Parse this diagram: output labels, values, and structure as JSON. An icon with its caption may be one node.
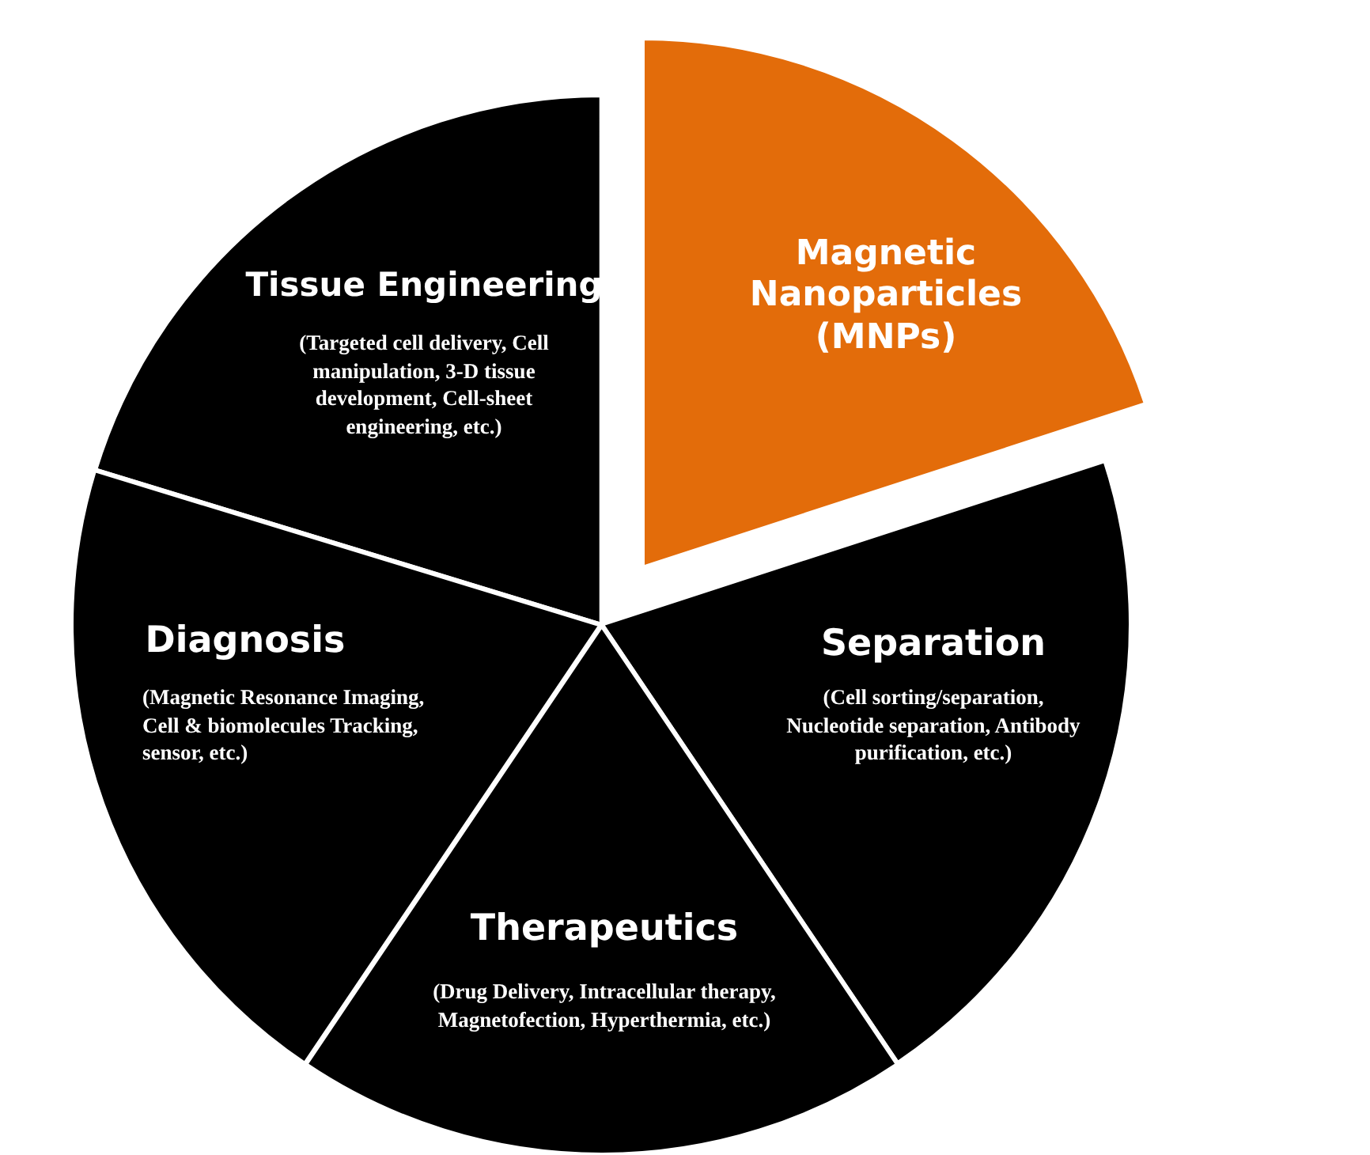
{
  "diagram": {
    "nodes": [
      {
        "text": [
          "Tissue Engineering",
          "(Targeted cell delivery, Cell manipulation, 3-D tissue development, Cell-sheet engineering, etc.)"
        ]
      },
      {
        "text": [
          "Magnetic Nanoparticles (MNPs)"
        ]
      },
      {
        "text": [
          "Diagnosis",
          "(Magnetic Resonance Imaging, Cell & biomolecules Tracking, sensor, etc.)"
        ]
      },
      {
        "text": [
          "Separation",
          "(Cell sorting/separation, Nucleotide separation, Antibody purification, etc.)"
        ]
      },
      {
        "text": [
          "Therapeutics",
          "(Drug Delivery, Intracellular therapy, Magnetofection, Hyperthermia, etc.)"
        ]
      }
    ]
  }
}
